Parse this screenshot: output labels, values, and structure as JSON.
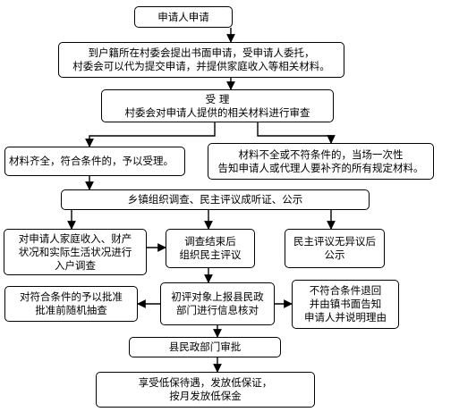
{
  "nodes": {
    "apply": "申请人申请",
    "submit_line1": "到户籍所在村委会提出书面申请，受申请人委托，",
    "submit_line2": "村委会可以代为提交申请，并提供家庭收入等相关材料。",
    "accept_title": "受  理",
    "accept_body": "村委会对申请人提供的相关材料进行审查",
    "complete": "材料齐全，符合条件的，予以受理。",
    "incomplete_line1": "材料不全或不符条件的，当场一次性",
    "incomplete_line2": "告知申请人或代理人要补齐的所有规定材料。",
    "township": "乡镇组织调查、民主评议成听证、公示",
    "survey_line1": "对申请人家庭收入、财产",
    "survey_line2": "状况和实际生活状况进行",
    "survey_line3": "入户调查",
    "review_line1": "调查结束后",
    "review_line2": "组织民主评议",
    "publicize_line1": "民主评议无异议后",
    "publicize_line2": "公示",
    "spotcheck_line1": "对符合条件的予以批准",
    "spotcheck_line2": "批准前随机抽查",
    "verify_line1": "初评对象上报县民政",
    "verify_line2": "部门进行信息核对",
    "reject_line1": "不符合条件退回",
    "reject_line2": "并由镇书面告知",
    "reject_line3": "申请人并说明理由",
    "county": "县民政部门审批",
    "enjoy_line1": "享受低保待遇，发放低保证，",
    "enjoy_line2": "按月发放低保金"
  }
}
